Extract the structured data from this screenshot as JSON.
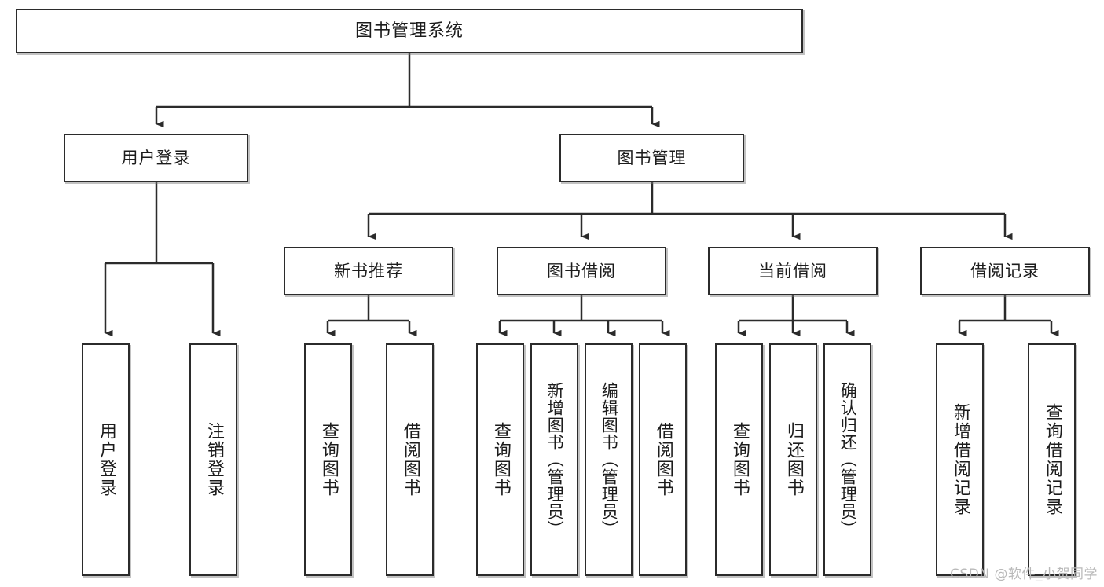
{
  "diagram": {
    "type": "tree",
    "title": "图书管理系统",
    "root": {
      "label": "图书管理系统"
    },
    "level2": [
      {
        "label": "用户登录"
      },
      {
        "label": "图书管理"
      }
    ],
    "level3": [
      {
        "label": "新书推荐"
      },
      {
        "label": "图书借阅"
      },
      {
        "label": "当前借阅"
      },
      {
        "label": "借阅记录"
      }
    ],
    "leaves": {
      "user_login": [
        {
          "label": "用户登录"
        },
        {
          "label": "注销登录"
        }
      ],
      "new_book": [
        {
          "label": "查询图书"
        },
        {
          "label": "借阅图书"
        }
      ],
      "book_borrow": [
        {
          "label": "查询图书"
        },
        {
          "label": "新增图书（管理员）"
        },
        {
          "label": "编辑图书（管理员）"
        },
        {
          "label": "借阅图书"
        }
      ],
      "current_borrow": [
        {
          "label": "查询图书"
        },
        {
          "label": "归还图书"
        },
        {
          "label": "确认归还（管理员）"
        }
      ],
      "borrow_record": [
        {
          "label": "新增借阅记录"
        },
        {
          "label": "查询借阅记录"
        }
      ]
    },
    "colors": {
      "stroke": "#2b2b2b",
      "fill": "#ffffff",
      "text": "#1c1c1c",
      "watermark": "#b9b9b9"
    }
  },
  "watermark": {
    "text": "CSDN @软件_小贺同学"
  }
}
